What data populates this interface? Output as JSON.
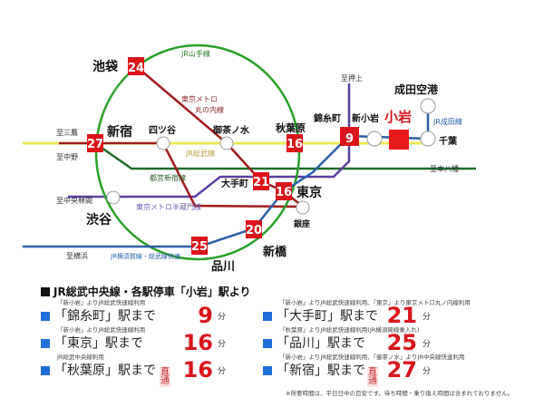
{
  "map": {
    "lines": {
      "yamanote": "JR山手線",
      "marunouchi_1": "東京メトロ",
      "marunouchi_2": "丸の内線",
      "sobu": "JR総武線",
      "shinjuku": "都営新宿線",
      "hanzomon": "東京メトロ半蔵門線",
      "yokosuka": "JR横須賀線・総武線快速",
      "narita": "JR成田線"
    },
    "directions": {
      "mitaka": "至三鷹",
      "nakano": "至中野",
      "chuo_rinkan": "至中央林間",
      "yokohama": "至横浜",
      "oshiage": "至押上",
      "motoyawata": "至本八幡"
    },
    "stations": {
      "ikebukuro": {
        "name": "池袋",
        "min": "24"
      },
      "shinjuku": {
        "name": "新宿",
        "min": "27"
      },
      "yotsuya": {
        "name": "四ツ谷"
      },
      "ochanomizu": {
        "name": "御茶ノ水"
      },
      "akihabara": {
        "name": "秋葉原",
        "min": "16"
      },
      "kinshicho": {
        "name": "錦糸町",
        "min": "9"
      },
      "shinkoiwa": {
        "name": "新小岩"
      },
      "koiwa": {
        "name": "小岩"
      },
      "chiba": {
        "name": "千葉"
      },
      "narita": {
        "name": "成田空港"
      },
      "otemachi": {
        "name": "大手町",
        "min": "21"
      },
      "tokyo": {
        "name": "東京",
        "min": "16"
      },
      "ginza": {
        "name": "銀座"
      },
      "shibuya": {
        "name": "渋谷"
      },
      "shimbashi": {
        "name": "新橋",
        "min": "20"
      },
      "shinagawa": {
        "name": "品川",
        "min": "25"
      }
    },
    "colors": {
      "yamanote": "#2aa02a",
      "marunouchi": "#a01c1c",
      "sobu": "#eaea5a",
      "shinjuku": "#1f6b2a",
      "hanzomon": "#5a3ea0",
      "yokosuka": "#2b5fa8",
      "station": "#d9151b"
    }
  },
  "access": {
    "title": "JR総武中央線・各駅停車「小岩」駅より",
    "unit": "分",
    "direct": "直通",
    "items": [
      {
        "note": "「新小岩」よりJR総武快速線利用",
        "dest": "「錦糸町」駅まで",
        "min": "9"
      },
      {
        "note": "「新小岩」よりJR総武快速線利用",
        "dest": "「東京」駅まで",
        "min": "16"
      },
      {
        "note": "JR総武中央線利用",
        "dest": "「秋葉原」駅まで",
        "min": "16"
      },
      {
        "note": "「新小岩」よりJR総武快速線利用、「東京」より東京メトロ丸ノ内線利用",
        "dest": "「大手町」駅まで",
        "min": "21"
      },
      {
        "note": "「秋葉原」よりJR総武快速線利用(JR横須賀線乗入れ)",
        "dest": "「品川」駅まで",
        "min": "25"
      },
      {
        "note": "「新小岩」よりJR総武快速線利用、「御茶ノ水」よりJR中央線快速利用",
        "dest": "「新宿」駅まで",
        "min": "27"
      }
    ],
    "footnote": "※所要時間は、平日日中の目安です。待ち時間・乗り換え時間は含まれておりません。"
  }
}
